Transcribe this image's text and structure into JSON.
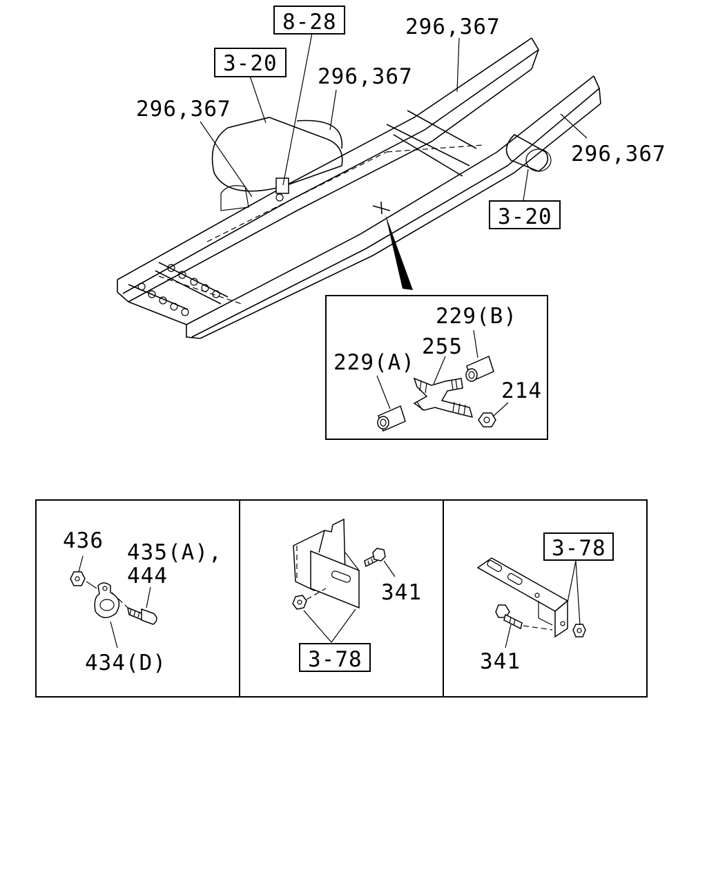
{
  "main_view": {
    "refs": {
      "ref_8_28": "8-28",
      "ref_3_20_left": "3-20",
      "ref_3_20_right": "3-20"
    },
    "callouts": {
      "c_296_367_top": "296,367",
      "c_296_367_mid": "296,367",
      "c_296_367_left": "296,367",
      "c_296_367_right": "296,367"
    }
  },
  "detail_cross": {
    "c_229b": "229(B)",
    "c_255": "255",
    "c_229a": "229(A)",
    "c_214": "214"
  },
  "panel_left": {
    "c_436": "436",
    "c_435a": "435(A),",
    "c_444": "444",
    "c_434d": "434(D)"
  },
  "panel_middle": {
    "c_341": "341",
    "ref_3_78": "3-78"
  },
  "panel_right": {
    "ref_3_78": "3-78",
    "c_341": "341"
  }
}
